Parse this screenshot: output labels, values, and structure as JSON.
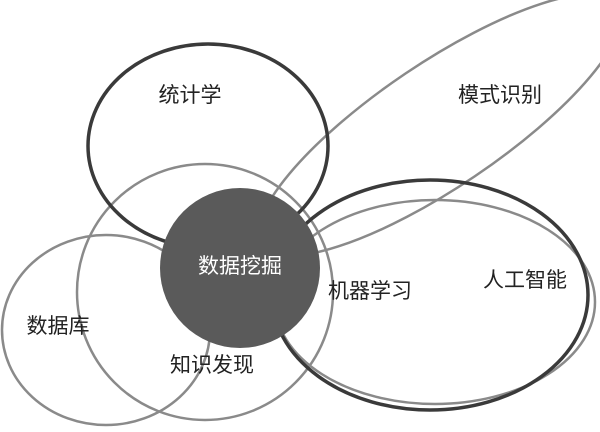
{
  "diagram": {
    "colors": {
      "stroke_dark": "#3a3a3a",
      "stroke_light": "#8a8a8a",
      "core_fill": "#5a5a5a",
      "core_text": "#ffffff"
    },
    "sets": [
      {
        "id": "statistics",
        "label": "统计学"
      },
      {
        "id": "pattern-recognition",
        "label": "模式识别"
      },
      {
        "id": "data-mining",
        "label": "数据挖掘"
      },
      {
        "id": "machine-learning",
        "label": "机器学习"
      },
      {
        "id": "artificial-intelligence",
        "label": "人工智能"
      },
      {
        "id": "database",
        "label": "数据库"
      },
      {
        "id": "knowledge-discovery",
        "label": "知识发现"
      }
    ]
  }
}
